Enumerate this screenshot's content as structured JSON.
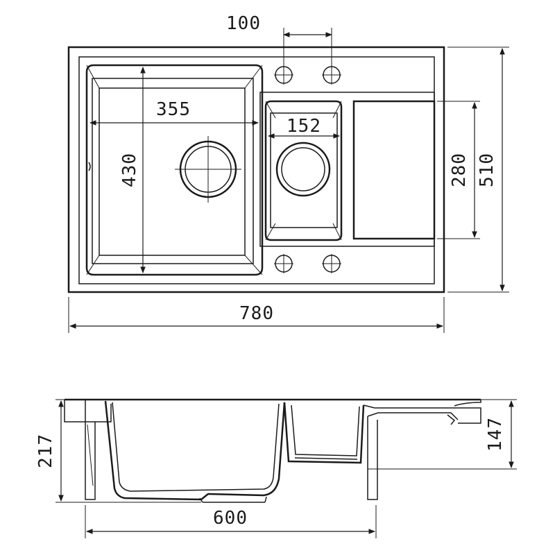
{
  "top_view": {
    "overall_width": "780",
    "overall_depth": "510",
    "main_bowl_width": "355",
    "main_bowl_depth": "430",
    "small_bowl_width": "152",
    "drainer_depth": "280",
    "tap_hole_spacing": "100"
  },
  "side_view": {
    "total_height": "217",
    "drainer_height": "147",
    "cabinet_width": "600"
  }
}
